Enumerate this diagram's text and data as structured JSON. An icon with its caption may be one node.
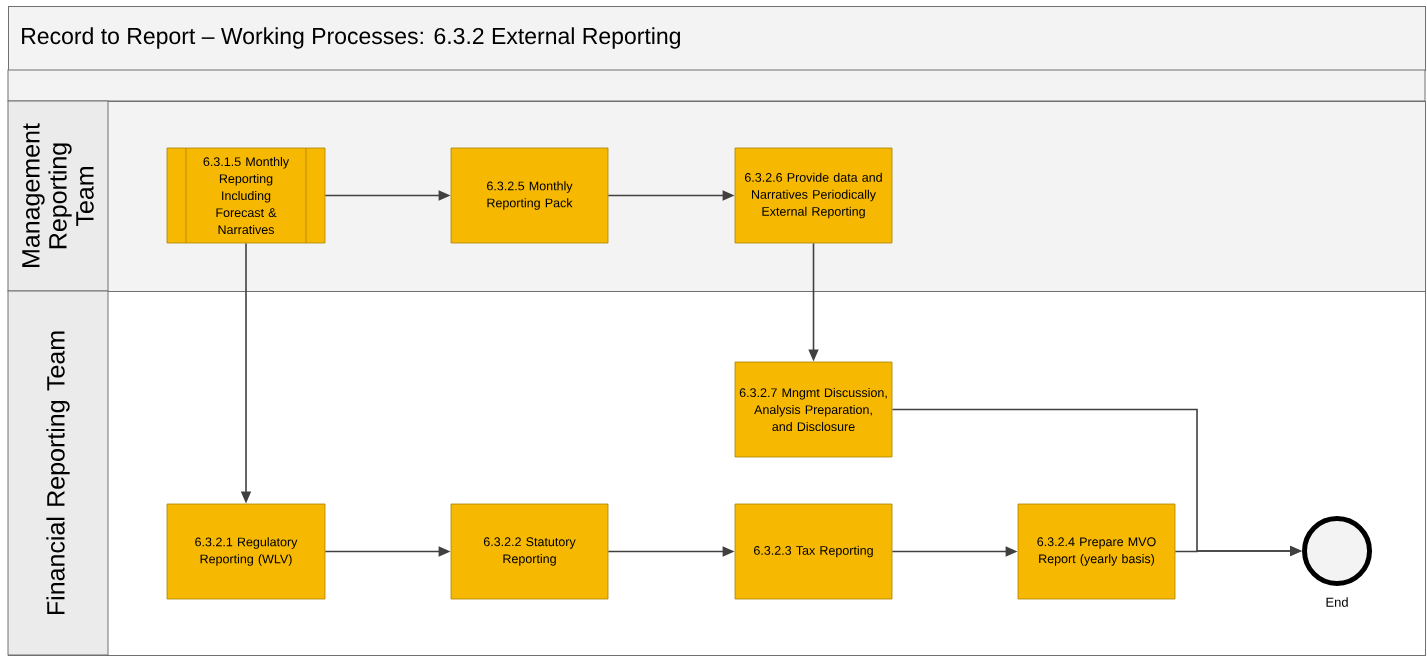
{
  "diagram": {
    "title": "Record to Report – Working Processes: 6.3.2 External Reporting",
    "nodes": [
      {
        "text": [
          "Management Reporting Team"
        ]
      },
      {
        "text": [
          "Financial Reporting Team"
        ]
      },
      {
        "text": [
          "6.3.1.5 Monthly Reporting Including Forecast & Narratives"
        ],
        "in": 0
      },
      {
        "text": [
          "6.3.2.5 Monthly Reporting Pack"
        ],
        "in": 0
      },
      {
        "text": [
          "6.3.2.6 Provide data and Narratives Periodically External Reporting"
        ],
        "in": 0
      },
      {
        "text": [
          "6.3.2.7 Mngmt Discussion, Analysis Preparation, and Disclosure"
        ],
        "in": 1
      },
      {
        "text": [
          "6.3.2.1 Regulatory Reporting (WLV)"
        ],
        "in": 1
      },
      {
        "text": [
          "6.3.2.2 Statutory Reporting"
        ],
        "in": 1
      },
      {
        "text": [
          "6.3.2.3 Tax Reporting"
        ],
        "in": 1
      },
      {
        "text": [
          "6.3.2.4 Prepare MVO Report (yearly basis)"
        ],
        "in": 1
      },
      {
        "text": [],
        "shape": "circle",
        "beside": [
          "End"
        ],
        "in": 1
      }
    ],
    "edges": [
      {
        "from": 2,
        "to": 3,
        "arrow": "to"
      },
      {
        "from": 3,
        "to": 4,
        "arrow": "to"
      },
      {
        "from": 2,
        "to": 6,
        "arrow": "to"
      },
      {
        "from": 4,
        "to": 5,
        "arrow": "to"
      },
      {
        "from": 6,
        "to": 7,
        "arrow": "to"
      },
      {
        "from": 7,
        "to": 8,
        "arrow": "to"
      },
      {
        "from": 8,
        "to": 9,
        "arrow": "to"
      },
      {
        "from": 9,
        "to": 10,
        "arrow": "to"
      },
      {
        "from": 5,
        "to": 10,
        "arrow": "to"
      }
    ]
  }
}
